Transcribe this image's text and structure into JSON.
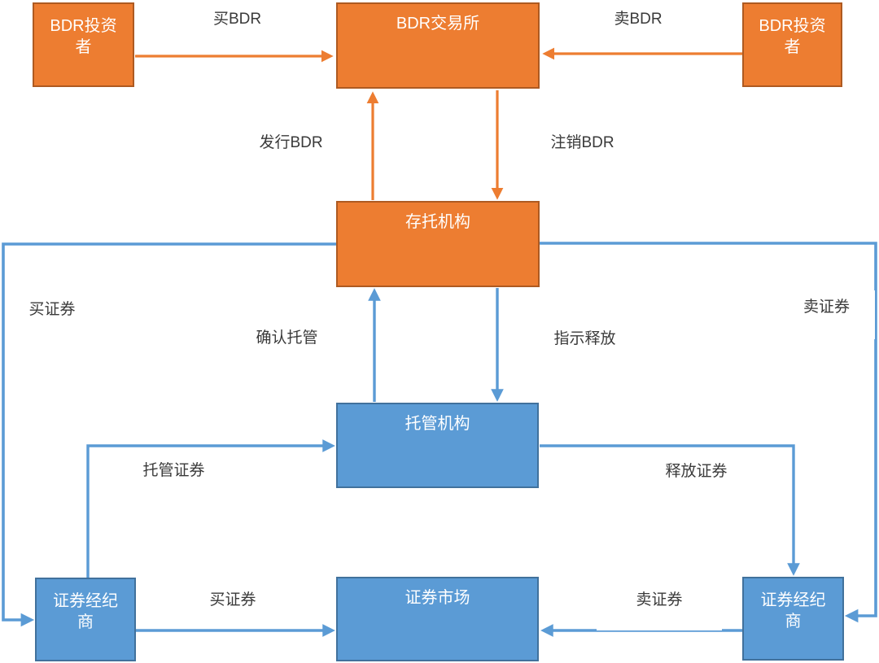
{
  "diagram": {
    "title": "BDR trading and custody flow diagram",
    "colors": {
      "orange_fill": "#ED7D31",
      "orange_border": "#AE5A21",
      "blue_fill": "#5B9BD5",
      "blue_border": "#41719C",
      "label_text": "#3A3A3A",
      "node_text": "#FFFFFF",
      "background": "#FFFFFF"
    },
    "nodes": {
      "investor_left": "BDR投资\n者",
      "exchange": "BDR交易所",
      "investor_right": "BDR投资\n者",
      "depositary": "存托机构",
      "custodian": "托管机构",
      "broker_left": "证券经纪\n商",
      "market": "证券市场",
      "broker_right": "证券经纪\n商"
    },
    "edge_labels": {
      "buy_bdr": "买BDR",
      "sell_bdr": "卖BDR",
      "issue_bdr": "发行BDR",
      "cancel_bdr": "注销BDR",
      "buy_securities_left": "买证券",
      "sell_securities_right": "卖证券",
      "confirm_custody": "确认托管",
      "instruct_release": "指示释放",
      "custody_securities": "托管证券",
      "release_securities": "释放证券",
      "buy_securities_bottom": "买证券",
      "sell_securities_bottom": "卖证券"
    },
    "flows": [
      {
        "from": "BDR投资者(左)",
        "to": "BDR交易所",
        "label": "买BDR",
        "color": "orange"
      },
      {
        "from": "BDR投资者(右)",
        "to": "BDR交易所",
        "label": "卖BDR",
        "color": "orange"
      },
      {
        "from": "存托机构",
        "to": "BDR交易所",
        "label": "发行BDR",
        "color": "orange"
      },
      {
        "from": "BDR交易所",
        "to": "存托机构",
        "label": "注销BDR",
        "color": "orange"
      },
      {
        "from": "托管机构",
        "to": "存托机构",
        "label": "确认托管",
        "color": "blue"
      },
      {
        "from": "存托机构",
        "to": "托管机构",
        "label": "指示释放",
        "color": "blue"
      },
      {
        "from": "存托机构",
        "to": "证券经纪商(左)",
        "label": "买证券",
        "color": "blue"
      },
      {
        "from": "存托机构",
        "to": "证券经纪商(右)",
        "label": "卖证券",
        "color": "blue"
      },
      {
        "from": "证券经纪商(左)",
        "to": "托管机构",
        "label": "托管证券",
        "color": "blue"
      },
      {
        "from": "托管机构",
        "to": "证券经纪商(右)",
        "label": "释放证券",
        "color": "blue"
      },
      {
        "from": "证券经纪商(左)",
        "to": "证券市场",
        "label": "买证券",
        "color": "blue"
      },
      {
        "from": "证券经纪商(右)",
        "to": "证券市场",
        "label": "卖证券",
        "color": "blue"
      }
    ]
  }
}
